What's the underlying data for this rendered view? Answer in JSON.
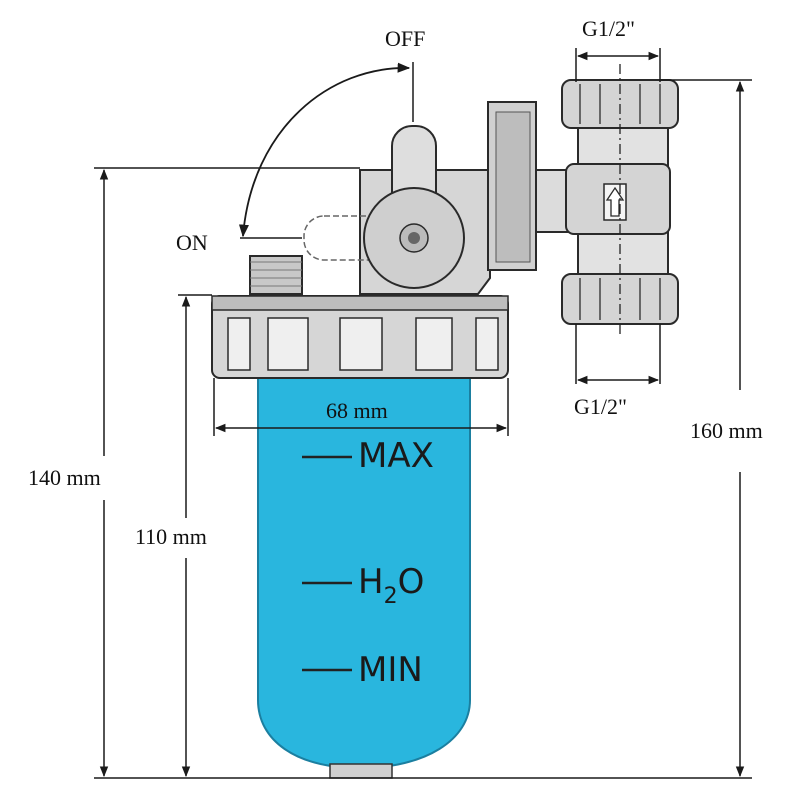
{
  "labels": {
    "off": "OFF",
    "on": "ON",
    "inlet_thread_top": "G1/2\"",
    "outlet_thread_bottom": "G1/2\"",
    "width": "68 mm",
    "total_height": "160 mm",
    "body_height": "140 mm",
    "bowl_height": "110 mm"
  },
  "bowl_marks": {
    "max": "MAX",
    "h2o_main": "H",
    "h2o_sub": "2",
    "h2o_end": "O",
    "min": "MIN"
  },
  "colors": {
    "bowl_fill": "#29b6de",
    "bowl_stroke": "#1b7fa0",
    "body_fill": "#d6d6d6",
    "body_stroke": "#2a2a2a",
    "dim_line": "#1a1a1a"
  }
}
